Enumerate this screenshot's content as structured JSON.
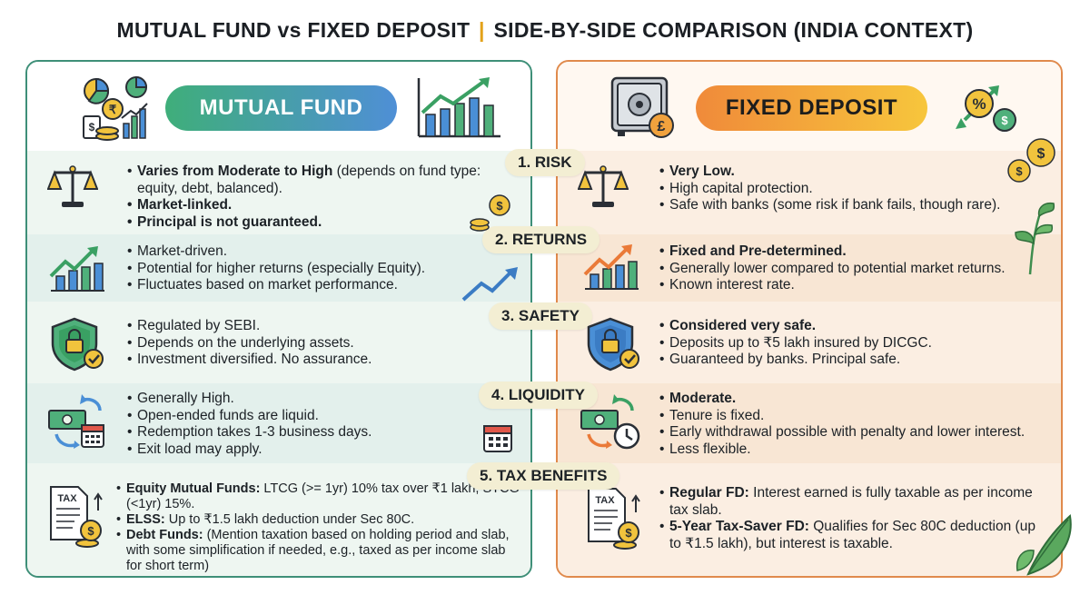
{
  "title": {
    "left": "MUTUAL FUND vs FIXED DEPOSIT",
    "separator": "|",
    "right": "SIDE-BY-SIDE COMPARISON (INDIA CONTEXT)"
  },
  "mutual_fund": {
    "heading": "MUTUAL FUND",
    "risk": {
      "b1_bold": "Varies from Moderate to High",
      "b1_rest": " (depends on fund type: equity, debt, balanced).",
      "b2": "Market-linked.",
      "b3": "Principal is not guaranteed."
    },
    "returns": {
      "b1": "Market-driven.",
      "b2": "Potential for higher returns (especially Equity).",
      "b3": "Fluctuates based on market performance."
    },
    "safety": {
      "b1": "Regulated by SEBI.",
      "b2": "Depends on the underlying assets.",
      "b3": "Investment diversified. No assurance."
    },
    "liquidity": {
      "b1": "Generally High.",
      "b2": "Open-ended funds are liquid.",
      "b3": "Redemption takes 1-3 business days.",
      "b4": "Exit load may apply."
    },
    "tax": {
      "b1_bold": "Equity Mutual Funds:",
      "b1_rest": " LTCG (>= 1yr) 10% tax over ₹1 lakh, STCG (<1yr) 15%.",
      "b2_bold": "ELSS:",
      "b2_rest": " Up to ₹1.5 lakh deduction under Sec 80C.",
      "b3_bold": "Debt Funds:",
      "b3_rest": " (Mention taxation based on holding period and slab, with some simplification if needed, e.g., taxed as per income slab for short term)"
    }
  },
  "fixed_deposit": {
    "heading": "FIXED DEPOSIT",
    "risk": {
      "b1": "Very Low.",
      "b2": "High capital protection.",
      "b3": "Safe with banks (some risk if bank fails, though rare)."
    },
    "returns": {
      "b1": "Fixed and Pre-determined.",
      "b2": "Generally lower compared to potential market returns.",
      "b3": "Known interest rate."
    },
    "safety": {
      "b1": "Considered very safe.",
      "b2": "Deposits up to ₹5 lakh insured by DICGC.",
      "b3": "Guaranteed by banks. Principal safe."
    },
    "liquidity": {
      "b1": "Moderate.",
      "b2": "Tenure is fixed.",
      "b3": "Early withdrawal possible with penalty and lower interest.",
      "b4": "Less flexible."
    },
    "tax": {
      "b1_bold": "Regular FD:",
      "b1_rest": " Interest earned is fully taxable as per income tax slab.",
      "b2_bold": "5-Year Tax-Saver FD:",
      "b2_rest": " Qualifies for Sec 80C deduction (up to ₹1.5 lakh), but interest is taxable."
    }
  },
  "labels": {
    "risk": "1. RISK",
    "returns": "2. RETURNS",
    "safety": "3. SAFETY",
    "liquidity": "4. LIQUIDITY",
    "tax": "5. TAX BENEFITS"
  },
  "icon_text": {
    "tax": "TAX",
    "rupee": "₹",
    "pound": "£",
    "percent": "%",
    "dollar": "$"
  },
  "colors": {
    "mf_border": "#3e8f78",
    "fd_border": "#e08a4c",
    "title_separator": "#e3a21a",
    "mf_pill_start": "#3fae7a",
    "mf_pill_end": "#4f8fd6",
    "fd_pill_start": "#f08a3a",
    "fd_pill_end": "#f7c63c",
    "label_bg": "#f3eed3"
  }
}
